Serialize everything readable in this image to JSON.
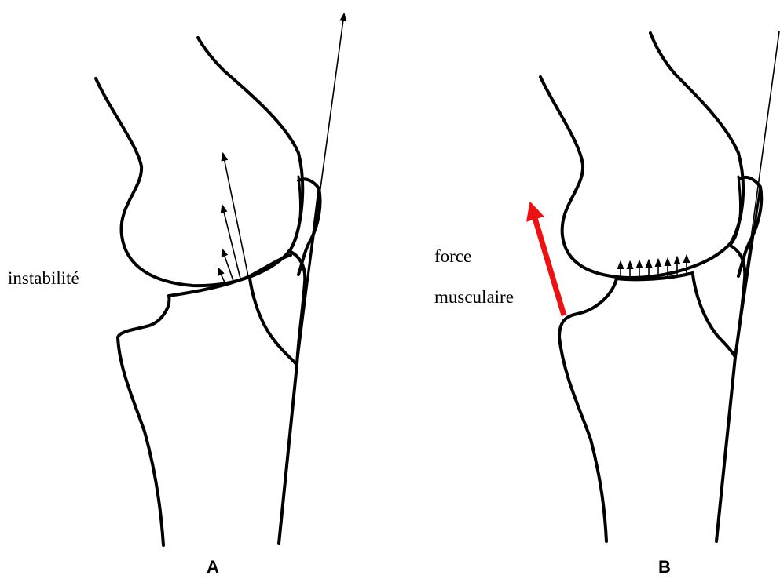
{
  "panels": {
    "a": {
      "letter": "A",
      "annotation": "instabilité"
    },
    "b": {
      "letter": "B",
      "annotation_line1": "force",
      "annotation_line2": "musculaire"
    }
  },
  "colors": {
    "line": "#000000",
    "force_arrow": "#ee1111",
    "background": "#ffffff"
  }
}
